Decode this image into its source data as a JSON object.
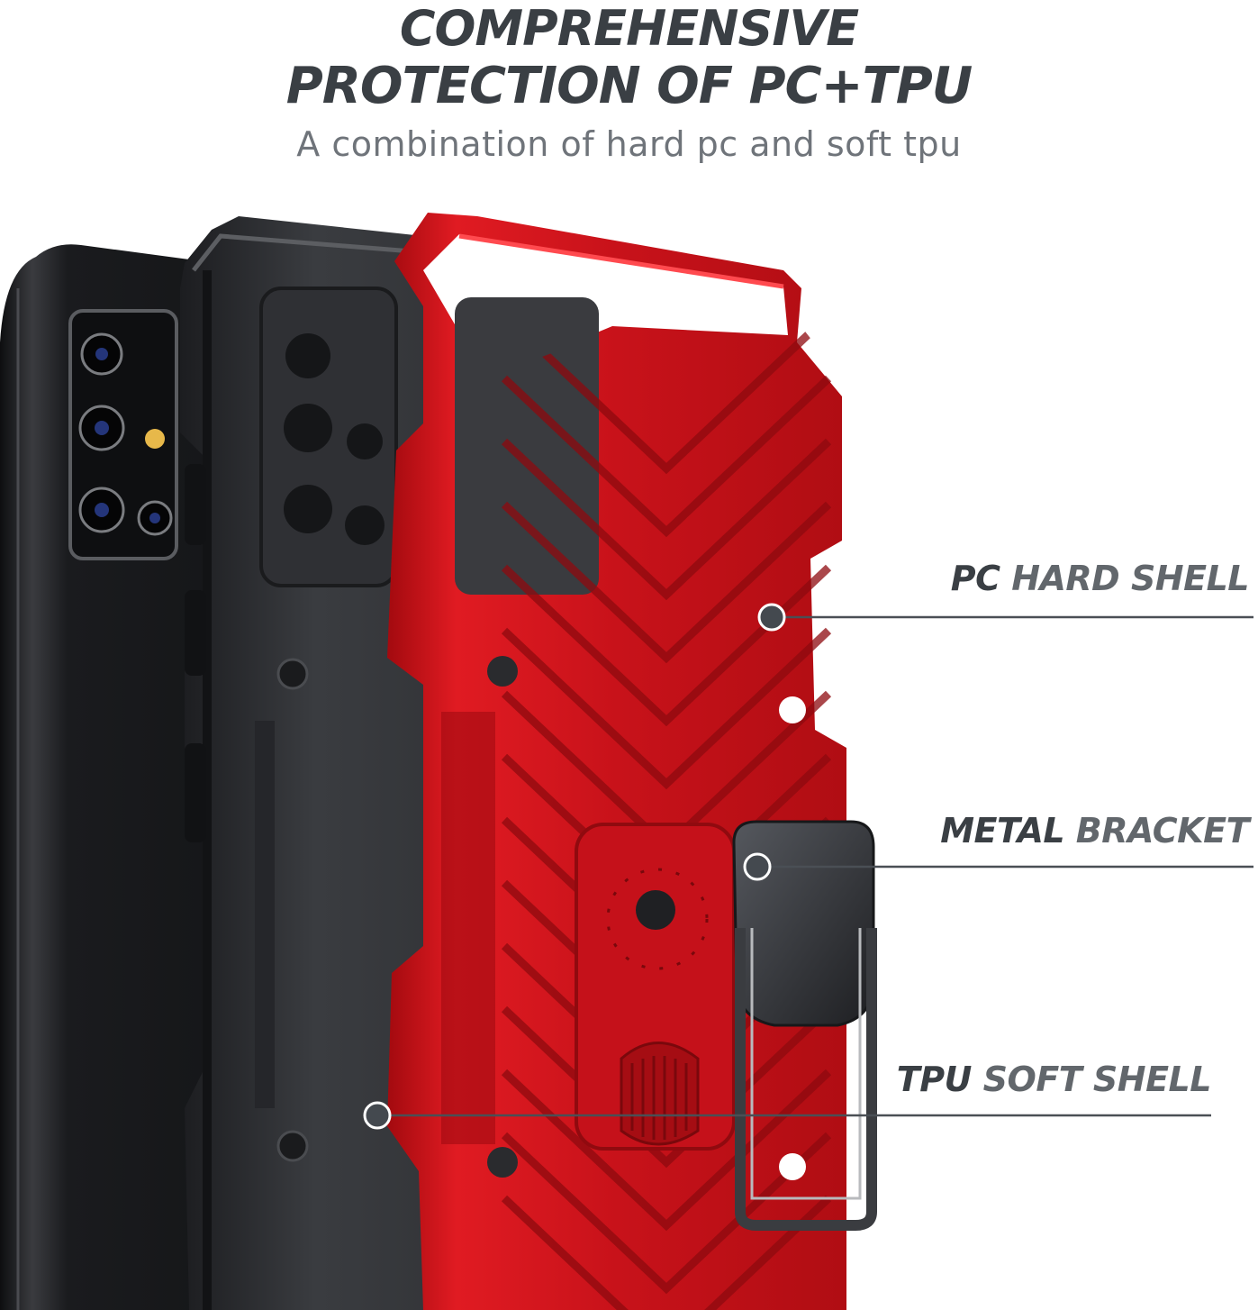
{
  "header": {
    "title_line1": "COMPREHENSIVE",
    "title_line2": "PROTECTION OF PC+TPU",
    "subtitle": "A combination of hard pc and soft tpu"
  },
  "callouts": [
    {
      "id": "pc",
      "part1": "PC",
      "part2": " HARD SHELL"
    },
    {
      "id": "metal",
      "part1": "METAL",
      "part2": " BRACKET"
    },
    {
      "id": "tpu",
      "part1": "TPU",
      "part2": " SOFT SHELL"
    }
  ],
  "colors": {
    "heading": "#3a3f44",
    "subheading": "#6f747a",
    "pc_shell": "#d8141a",
    "tpu_shell": "#2c2d30",
    "phone": "#1b1c1f",
    "bracket": "#303236",
    "callout_line": "#4a4f55"
  }
}
